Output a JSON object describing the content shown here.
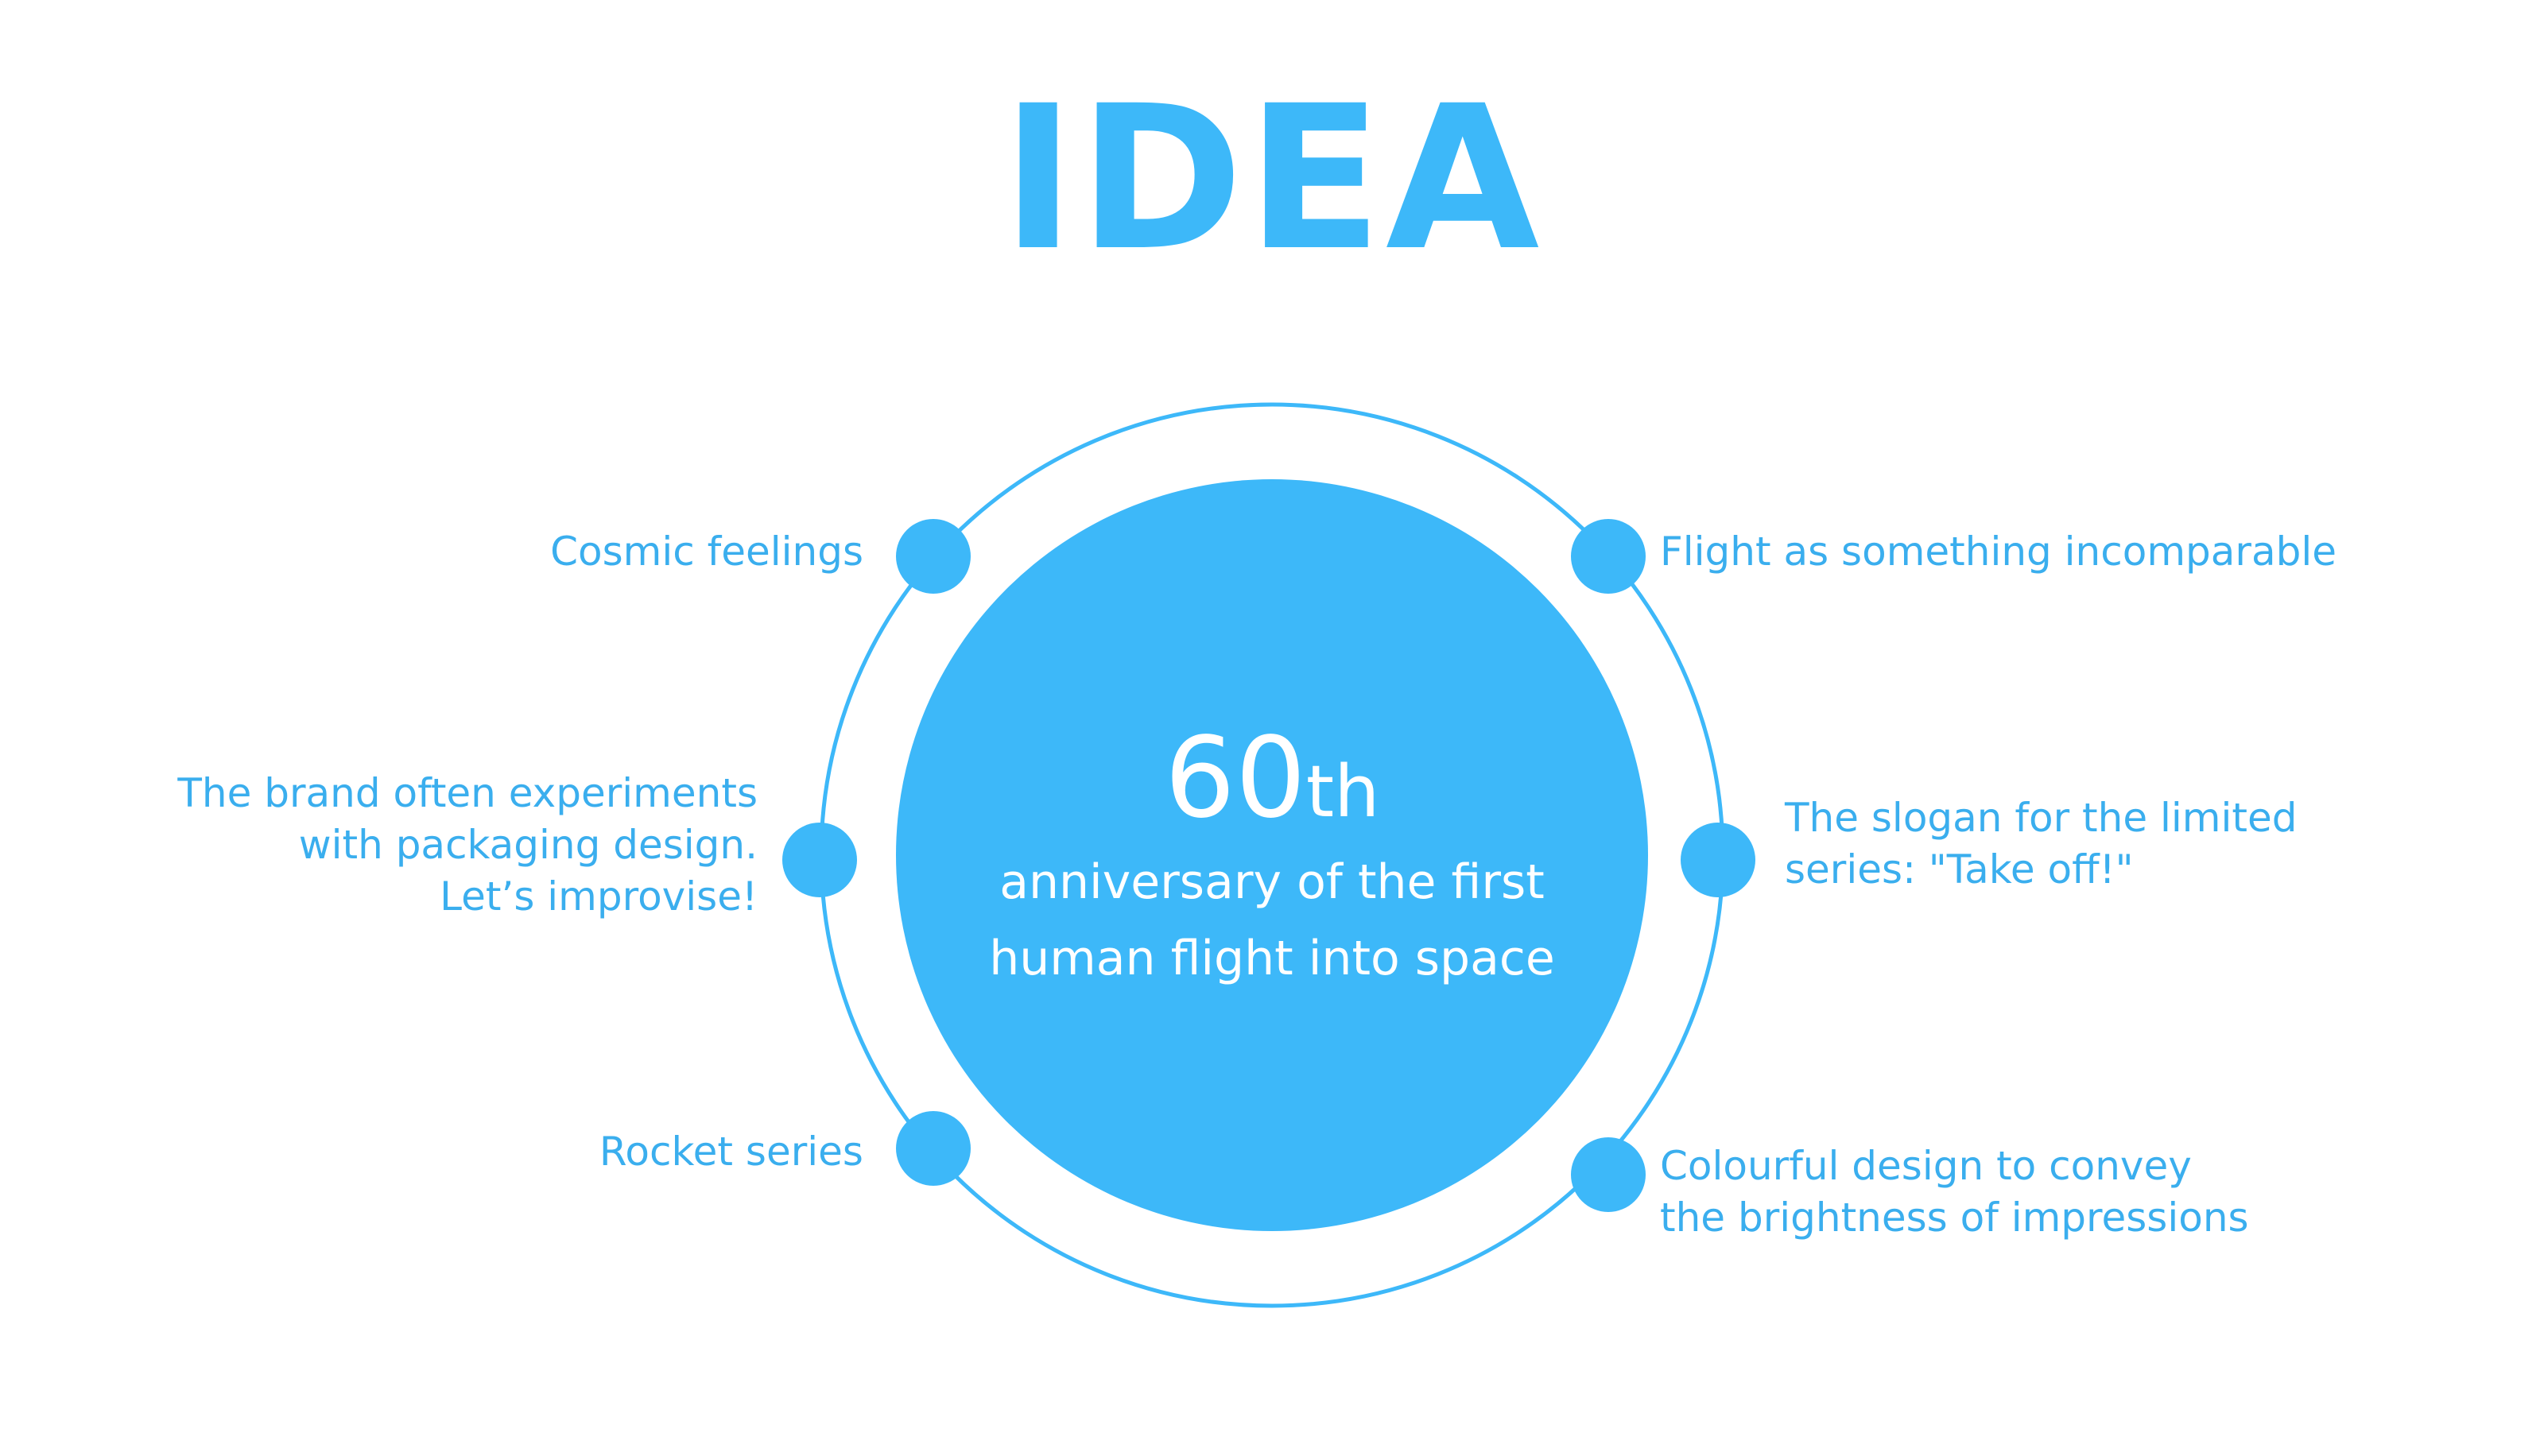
{
  "title": "IDEA",
  "center": {
    "number": "60",
    "suffix": "th",
    "line1": "anniversary of the first",
    "line2": "human flight into space"
  },
  "points": {
    "top_left": "Cosmic feelings",
    "top_right": "Flight as something incomparable",
    "mid_left": [
      "The brand often experiments",
      "with packaging design.",
      "Let’s improvise!"
    ],
    "mid_right": [
      "The slogan for the limited",
      "series: \"Take off!\""
    ],
    "bottom_left": "Rocket series",
    "bottom_right": [
      "Colourful design to convey",
      "the brightness of impressions"
    ]
  },
  "colors": {
    "accent": "#3db8f9"
  }
}
